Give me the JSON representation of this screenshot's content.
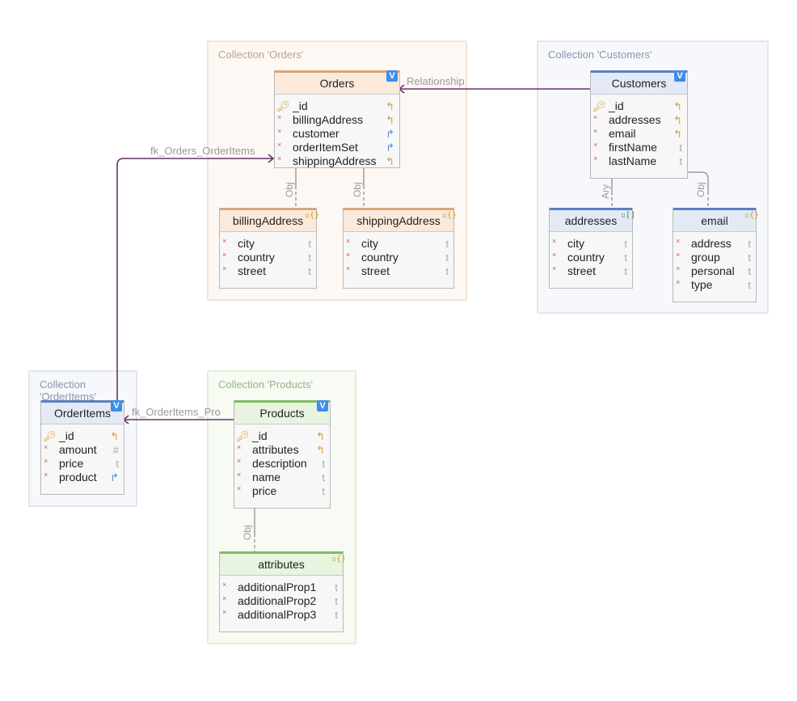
{
  "collections": {
    "orders": "Collection 'Orders'",
    "customers": "Collection 'Customers'",
    "orderitems": "Collection 'OrderItems'",
    "products": "Collection 'Products'"
  },
  "entities": {
    "orders": {
      "name": "Orders",
      "fields": [
        {
          "name": "_id",
          "type": "↰"
        },
        {
          "name": "billingAddress",
          "type": "↰"
        },
        {
          "name": "customer",
          "type": "↱"
        },
        {
          "name": "orderItemSet",
          "type": "↱"
        },
        {
          "name": "shippingAddress",
          "type": "↰"
        }
      ]
    },
    "billingAddress": {
      "name": "billingAddress",
      "fields": [
        {
          "name": "city",
          "type": "t"
        },
        {
          "name": "country",
          "type": "t"
        },
        {
          "name": "street",
          "type": "t"
        }
      ]
    },
    "shippingAddress": {
      "name": "shippingAddress",
      "fields": [
        {
          "name": "city",
          "type": "t"
        },
        {
          "name": "country",
          "type": "t"
        },
        {
          "name": "street",
          "type": "t"
        }
      ]
    },
    "customers": {
      "name": "Customers",
      "fields": [
        {
          "name": "_id",
          "type": "↰"
        },
        {
          "name": "addresses",
          "type": "↰"
        },
        {
          "name": "email",
          "type": "↰"
        },
        {
          "name": "firstName",
          "type": "t"
        },
        {
          "name": "lastName",
          "type": "t"
        }
      ]
    },
    "addresses": {
      "name": "addresses",
      "fields": [
        {
          "name": "city",
          "type": "t"
        },
        {
          "name": "country",
          "type": "t"
        },
        {
          "name": "street",
          "type": "t"
        }
      ]
    },
    "email": {
      "name": "email",
      "fields": [
        {
          "name": "address",
          "type": "t"
        },
        {
          "name": "group",
          "type": "t"
        },
        {
          "name": "personal",
          "type": "t"
        },
        {
          "name": "type",
          "type": "t"
        }
      ]
    },
    "orderitems": {
      "name": "OrderItems",
      "fields": [
        {
          "name": "_id",
          "type": "↰"
        },
        {
          "name": "amount",
          "type": "#"
        },
        {
          "name": "price",
          "type": "t"
        },
        {
          "name": "product",
          "type": "↱"
        }
      ]
    },
    "products": {
      "name": "Products",
      "fields": [
        {
          "name": "_id",
          "type": "↰"
        },
        {
          "name": "attributes",
          "type": "↰"
        },
        {
          "name": "description",
          "type": "t"
        },
        {
          "name": "name",
          "type": "t"
        },
        {
          "name": "price",
          "type": "t"
        }
      ]
    },
    "attributes": {
      "name": "attributes",
      "fields": [
        {
          "name": "additionalProp1",
          "type": "t"
        },
        {
          "name": "additionalProp2",
          "type": "t"
        },
        {
          "name": "additionalProp3",
          "type": "t"
        }
      ]
    }
  },
  "relations": {
    "orders_customers": "Relationship",
    "orders_orderitems": "fk_Orders_OrderItems",
    "orderitems_products": "fk_OrderItems_Pro"
  },
  "embed_labels": {
    "billing": "Obj",
    "shipping": "Obj",
    "addresses": "Ary",
    "email": "Obj",
    "attributes": "Obj"
  },
  "badges": {
    "view": "V",
    "object": "▫{}",
    "array": "▫[]"
  },
  "colors": {
    "relationship_line": "#6b2f6e",
    "orders_accent": "#d8a67a",
    "customers_accent": "#5b7fc1",
    "products_accent": "#7ebd5f"
  }
}
